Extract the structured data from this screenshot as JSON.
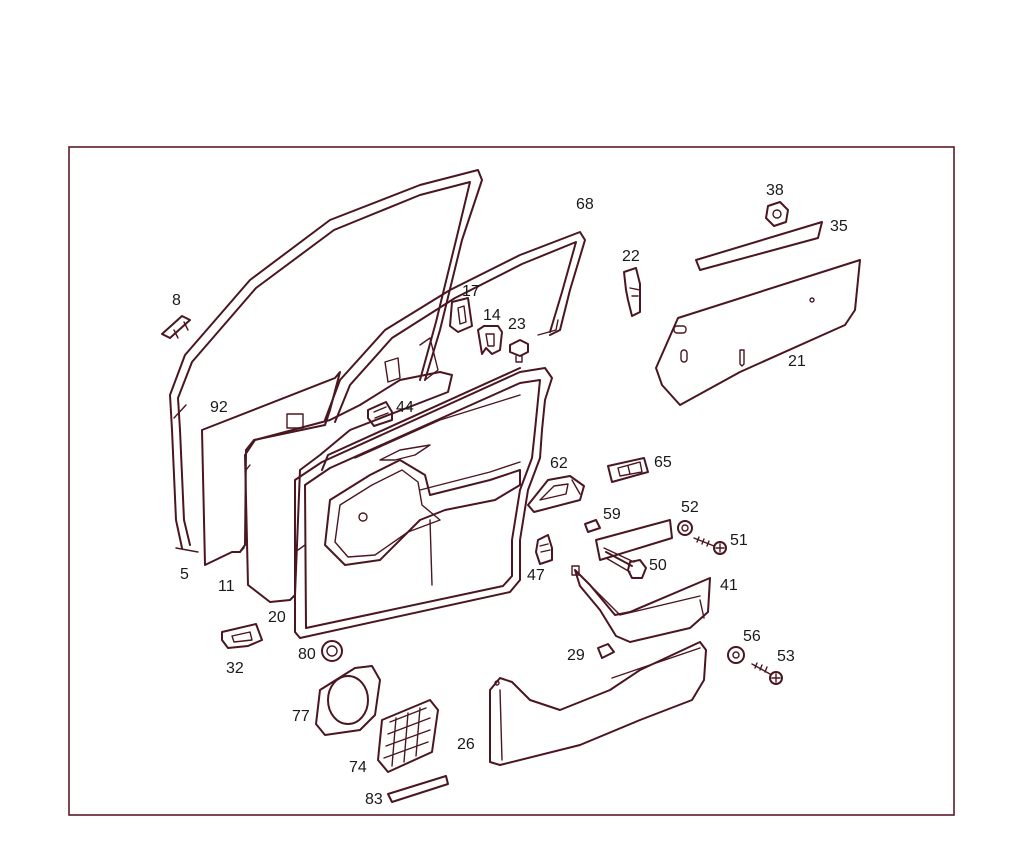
{
  "callouts": {
    "c5": "5",
    "c8": "8",
    "c11": "11",
    "c14": "14",
    "c17": "17",
    "c20": "20",
    "c21": "21",
    "c22": "22",
    "c23": "23",
    "c26": "26",
    "c29": "29",
    "c32": "32",
    "c35": "35",
    "c38": "38",
    "c41": "41",
    "c44": "44",
    "c47": "47",
    "c50": "50",
    "c51": "51",
    "c52": "52",
    "c53": "53",
    "c56": "56",
    "c59": "59",
    "c62": "62",
    "c65": "65",
    "c68": "68",
    "c74": "74",
    "c77": "77",
    "c80": "80",
    "c83": "83",
    "c92": "92"
  },
  "colors": {
    "line": "#4a1620",
    "frame": "#5a1a28",
    "text": "#1a1a1a",
    "background": "#ffffff"
  }
}
